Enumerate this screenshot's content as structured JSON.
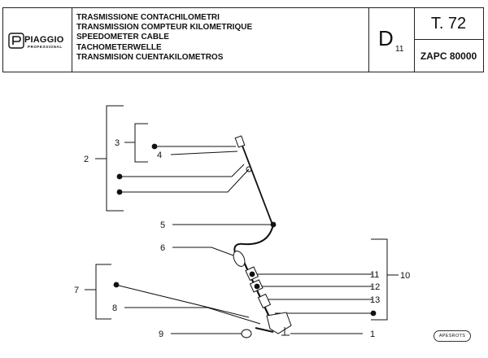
{
  "brand": {
    "name": "PIAGGIO",
    "tagline": "PROFESSIONAL"
  },
  "titles": [
    "TRASMISSIONE CONTACHILOMETRI",
    "TRANSMISSION COMPTEUR KILOMETRIQUE",
    "SPEEDOMETER CABLE",
    "TACHOMETERWELLE",
    "TRANSMISION CUENTAKILOMETROS"
  ],
  "section": {
    "letter": "D",
    "number": "11"
  },
  "table": {
    "code": "T. 72",
    "model": "ZAPC 80000"
  },
  "callouts": {
    "c1": "1",
    "c2": "2",
    "c3": "3",
    "c4": "4",
    "c5": "5",
    "c6": "6",
    "c7": "7",
    "c8": "8",
    "c9": "9",
    "c10": "10",
    "c11": "11",
    "c12": "12",
    "c13": "13"
  },
  "stamp": "APESROTS"
}
